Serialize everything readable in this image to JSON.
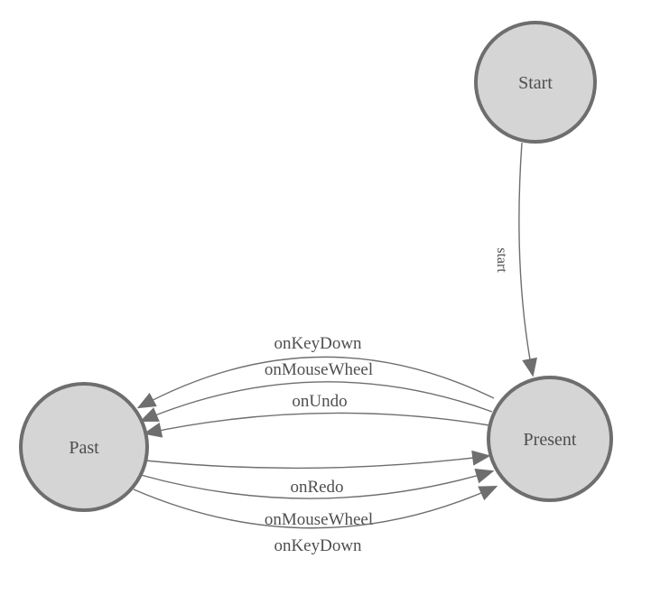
{
  "diagram": {
    "kind": "finite-state-machine",
    "colors": {
      "background": "#ffffff",
      "node_fill": "#d5d5d5",
      "node_border": "#6e6e6e",
      "edge": "#6e6e6e",
      "arrowhead": "#6e6e6e",
      "label_text": "#4f4f4f"
    },
    "nodes": [
      {
        "id": "start",
        "label": "Start"
      },
      {
        "id": "present",
        "label": "Present"
      },
      {
        "id": "past",
        "label": "Past"
      }
    ],
    "edges": [
      {
        "from": "Start",
        "to": "Present",
        "label": "start"
      },
      {
        "from": "Present",
        "to": "Past",
        "label": "onKeyDown"
      },
      {
        "from": "Present",
        "to": "Past",
        "label": "onMouseWheel"
      },
      {
        "from": "Present",
        "to": "Past",
        "label": "onUndo"
      },
      {
        "from": "Past",
        "to": "Present",
        "label": "onRedo"
      },
      {
        "from": "Past",
        "to": "Present",
        "label": "onMouseWheel"
      },
      {
        "from": "Past",
        "to": "Present",
        "label": "onKeyDown"
      }
    ]
  }
}
